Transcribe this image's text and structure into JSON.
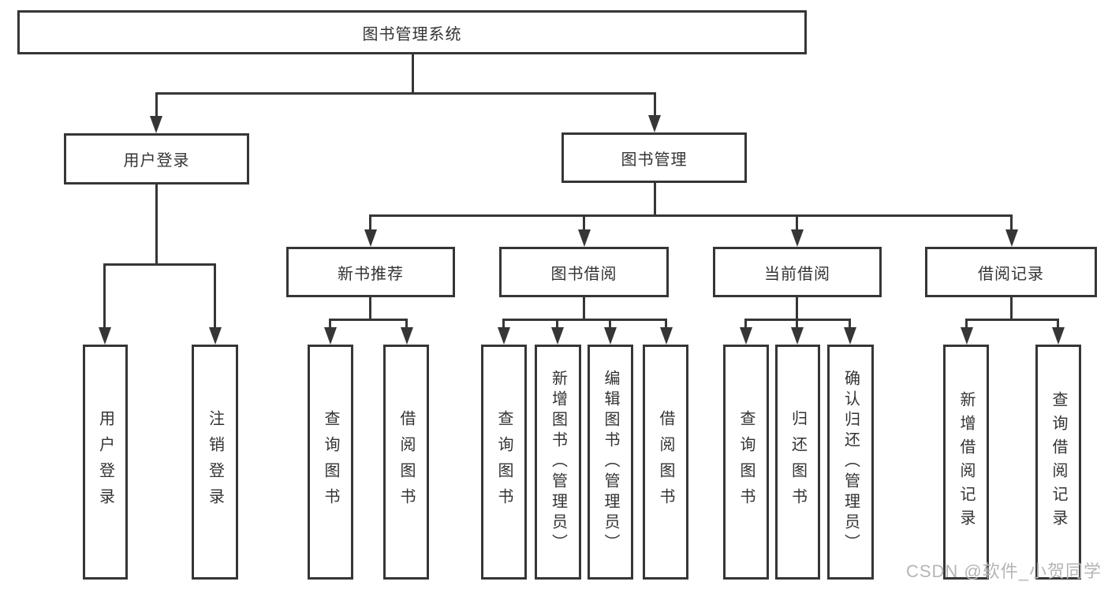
{
  "diagram": {
    "root": "图书管理系统",
    "level2": {
      "user_login": "用户登录",
      "book_mgmt": "图书管理"
    },
    "level3": {
      "new_book": "新书推荐",
      "borrow": "图书借阅",
      "current": "当前借阅",
      "record": "借阅记录"
    },
    "leaves": {
      "login": "用户登录",
      "logout": "注销登录",
      "nb_query": "查询图书",
      "nb_borrow": "借阅图书",
      "bw_query": "查询图书",
      "bw_add": "新增图书（管理员）",
      "bw_edit": "编辑图书（管理员）",
      "bw_borrow": "借阅图书",
      "cu_query": "查询图书",
      "cu_return": "归还图书",
      "cu_confirm": "确认归还（管理员）",
      "rc_add": "新增借阅记录",
      "rc_query": "查询借阅记录"
    }
  },
  "watermark": "CSDN @软件_小贺同学",
  "colors": {
    "line": "#363636",
    "text": "#333333",
    "watermark": "#b5b5b5"
  }
}
